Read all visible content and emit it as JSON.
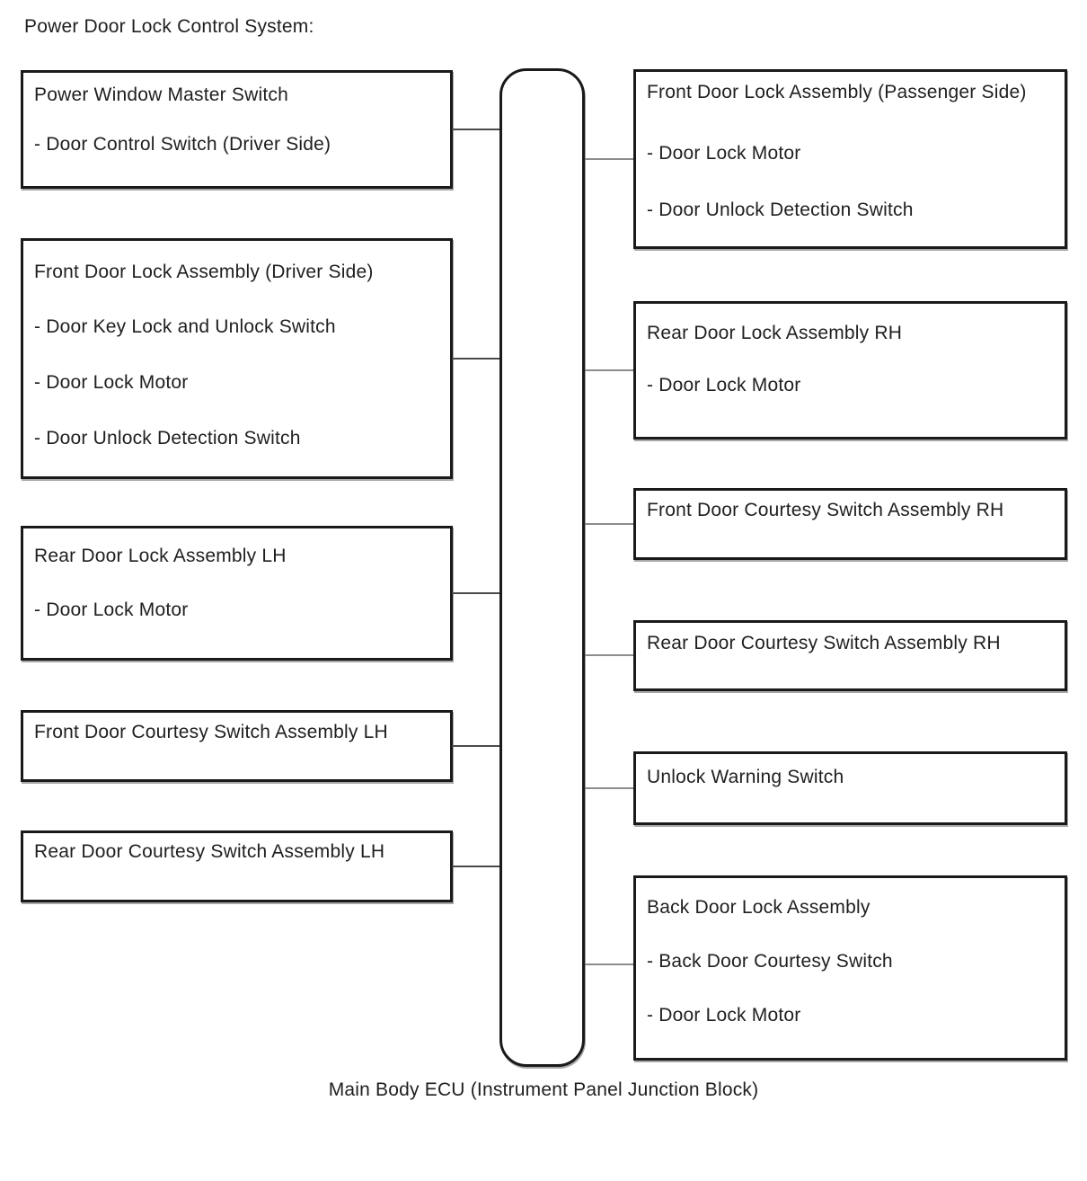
{
  "title": "Power Door Lock Control System:",
  "left_boxes": [
    {
      "title": "Power Window Master Switch",
      "items": [
        "- Door Control Switch (Driver Side)"
      ]
    },
    {
      "title": "Front Door Lock Assembly (Driver Side)",
      "items": [
        "- Door Key Lock and Unlock Switch",
        "- Door Lock Motor",
        "- Door Unlock Detection Switch"
      ]
    },
    {
      "title": "Rear Door Lock Assembly LH",
      "items": [
        "- Door Lock Motor"
      ]
    },
    {
      "title": "Front Door Courtesy Switch Assembly LH",
      "items": []
    },
    {
      "title": "Rear Door Courtesy Switch Assembly LH",
      "items": []
    }
  ],
  "right_boxes": [
    {
      "title": "Front Door Lock Assembly (Passenger Side)",
      "items": [
        "- Door Lock Motor",
        "- Door Unlock Detection Switch"
      ]
    },
    {
      "title": "Rear Door Lock Assembly RH",
      "items": [
        "- Door Lock Motor"
      ]
    },
    {
      "title": "Front Door Courtesy Switch Assembly RH",
      "items": []
    },
    {
      "title": "Rear Door Courtesy Switch Assembly RH",
      "items": []
    },
    {
      "title": "Unlock Warning Switch",
      "items": []
    },
    {
      "title": "Back Door Lock Assembly",
      "items": [
        "- Back Door Courtesy Switch",
        "- Door Lock Motor"
      ]
    }
  ],
  "ecu_label": "Main Body ECU (Instrument Panel Junction Block)",
  "colors": {
    "background": "#ffffff",
    "box_border": "#1a1a1a",
    "text": "#1f1f1f",
    "connector_left": "#4a4a4a",
    "connector_right": "#8c8c8c"
  }
}
